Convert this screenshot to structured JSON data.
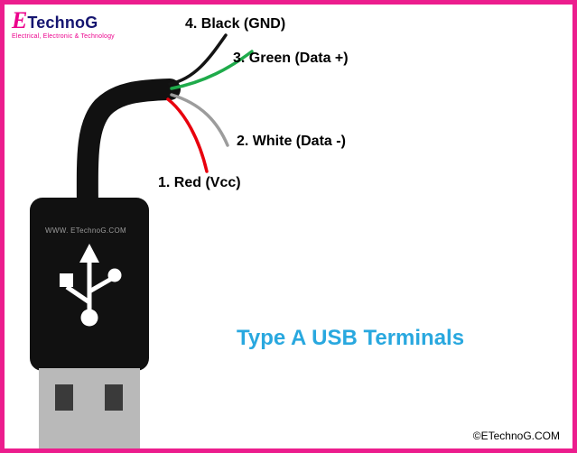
{
  "logo": {
    "brand_e": "E",
    "brand_rest": "TechnoG",
    "tagline": "Electrical, Electronic & Technology"
  },
  "title": "Type A USB Terminals",
  "watermark": "WWW. ETechnoG.COM",
  "copyright": "©ETechnoG.COM",
  "wires": [
    {
      "num": "1",
      "label": "1. Red (Vcc)",
      "color": "#e8000d"
    },
    {
      "num": "2",
      "label": "2. White (Data -)",
      "color": "#9c9c9c"
    },
    {
      "num": "3",
      "label": "3. Green (Data +)",
      "color": "#1fab4b"
    },
    {
      "num": "4",
      "label": "4. Black (GND)",
      "color": "#141414"
    }
  ],
  "colors": {
    "border_pink": "#ec1d8d",
    "title_blue": "#29a8df",
    "connector_black": "#111111",
    "metal_gray": "#b9b9b9",
    "contact_dark": "#3a3a3a",
    "cable_black": "#111111"
  }
}
